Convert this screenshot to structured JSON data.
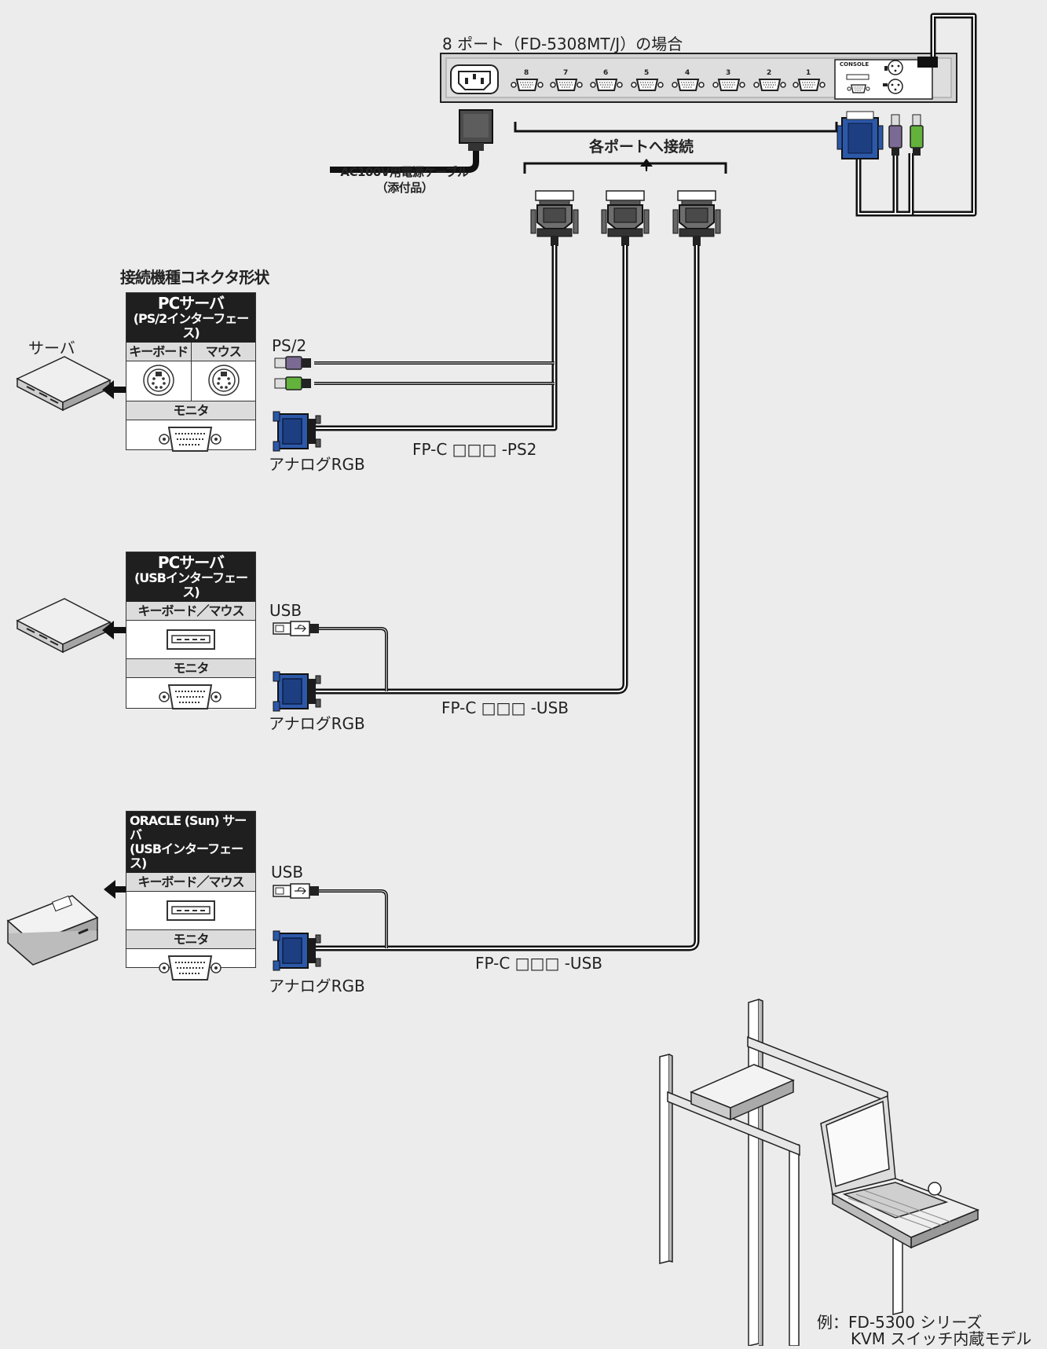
{
  "header": {
    "port_model_label": "8 ポート（FD-5308MT/J）の場合",
    "console_label": "CONSOLE",
    "port_numbers": [
      "8",
      "7",
      "6",
      "5",
      "4",
      "3",
      "2",
      "1"
    ]
  },
  "power": {
    "cable_label_line1": "AC100V用電源ケーブル",
    "cable_label_line2": "（添付品）"
  },
  "connect_to_ports": "各ポートへ接続",
  "connector_shape_heading": "接続機種コネクタ形状",
  "server_label": "サーバ",
  "boxes": [
    {
      "title": "PCサーバ",
      "subtitle": "(PS/2インターフェース)",
      "kb_label": "キーボード",
      "mouse_label": "マウス",
      "monitor_label": "モニタ"
    },
    {
      "title": "PCサーバ",
      "subtitle": "(USBインターフェース)",
      "kbm_label": "キーボード／マウス",
      "monitor_label": "モニタ"
    },
    {
      "title": "ORACLE (Sun) サーバ",
      "subtitle": "(USBインターフェース)",
      "kbm_label": "キーボード／マウス",
      "monitor_label": "モニタ"
    }
  ],
  "cables": [
    {
      "iface_label": "PS/2",
      "rgb_label": "アナログRGB",
      "model": "FP-C □□□ -PS2"
    },
    {
      "iface_label": "USB",
      "rgb_label": "アナログRGB",
      "model": "FP-C □□□ -USB"
    },
    {
      "iface_label": "USB",
      "rgb_label": "アナログRGB",
      "model": "FP-C □□□ -USB"
    }
  ],
  "example_line1": "例：FD-5300 シリーズ",
  "example_line2": "KVM スイッチ内蔵モデル",
  "colors": {
    "background": "#ececed",
    "vga_blue": "#2c58a8",
    "ps2_purple": "#7b6a93",
    "ps2_green": "#63b23b",
    "cable_black": "#111111"
  }
}
